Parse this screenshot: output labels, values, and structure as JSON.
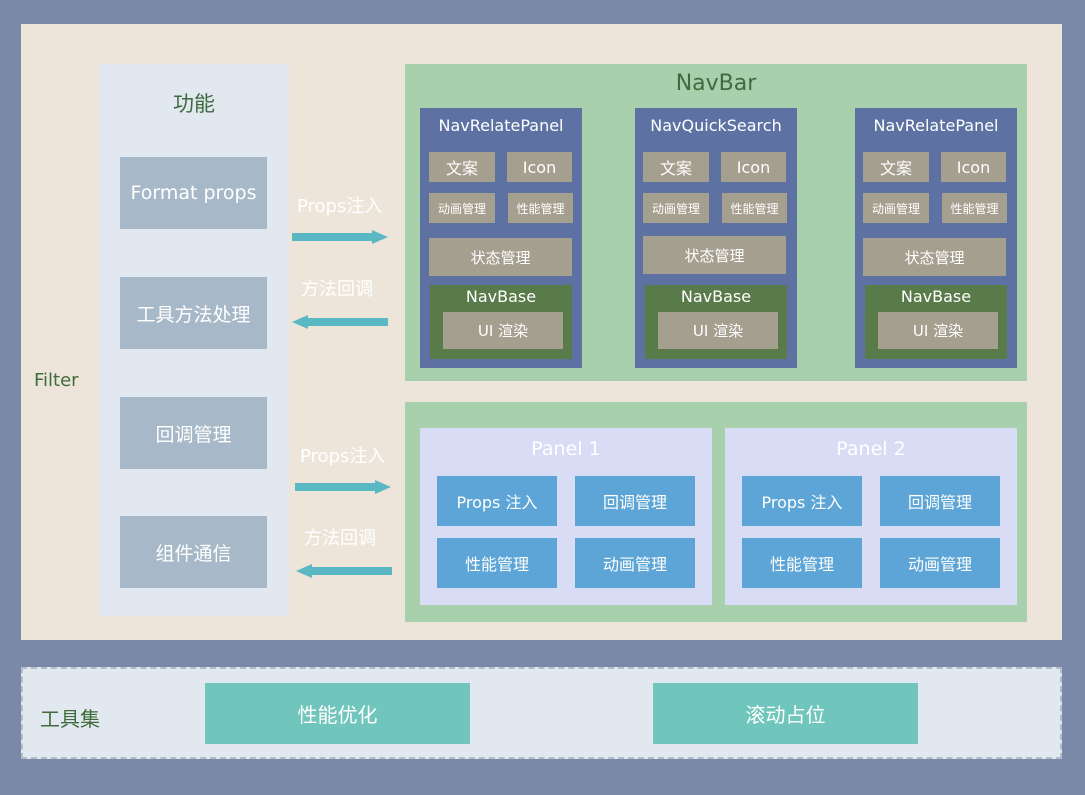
{
  "filter": {
    "label": "Filter"
  },
  "functions": {
    "title": "功能",
    "items": [
      "Format props",
      "工具方法处理",
      "回调管理",
      "组件通信"
    ]
  },
  "arrows": {
    "top_inject": "Props注入",
    "top_callback": "方法回调",
    "bottom_inject": "Props注入",
    "bottom_callback": "方法回调"
  },
  "navbar": {
    "title": "NavBar",
    "panels": [
      {
        "title": "NavRelatePanel",
        "text": "文案",
        "icon": "Icon",
        "anim": "动画管理",
        "perf": "性能管理",
        "state": "状态管理",
        "base": "NavBase",
        "render": "UI 渲染"
      },
      {
        "title": "NavQuickSearch",
        "text": "文案",
        "icon": "Icon",
        "anim": "动画管理",
        "perf": "性能管理",
        "state": "状态管理",
        "base": "NavBase",
        "render": "UI 渲染"
      },
      {
        "title": "NavRelatePanel",
        "text": "文案",
        "icon": "Icon",
        "anim": "动画管理",
        "perf": "性能管理",
        "state": "状态管理",
        "base": "NavBase",
        "render": "UI 渲染"
      }
    ]
  },
  "panels": [
    {
      "title": "Panel 1",
      "items": [
        "Props 注入",
        "回调管理",
        "性能管理",
        "动画管理"
      ]
    },
    {
      "title": "Panel 2",
      "items": [
        "Props 注入",
        "回调管理",
        "性能管理",
        "动画管理"
      ]
    }
  ],
  "toolset": {
    "label": "工具集",
    "items": [
      "性能优化",
      "滚动占位"
    ]
  },
  "colors": {
    "background": "#7a89a8",
    "filter_bg": "#ede5d9",
    "green_area": "#a9d0ad",
    "nav_panel": "#5d72a3",
    "tan_box": "#a59f8f",
    "navbase": "#597b49",
    "blue_box": "#5da5d6",
    "teal_box": "#70c6bc",
    "arrow": "#5ab7c4"
  }
}
